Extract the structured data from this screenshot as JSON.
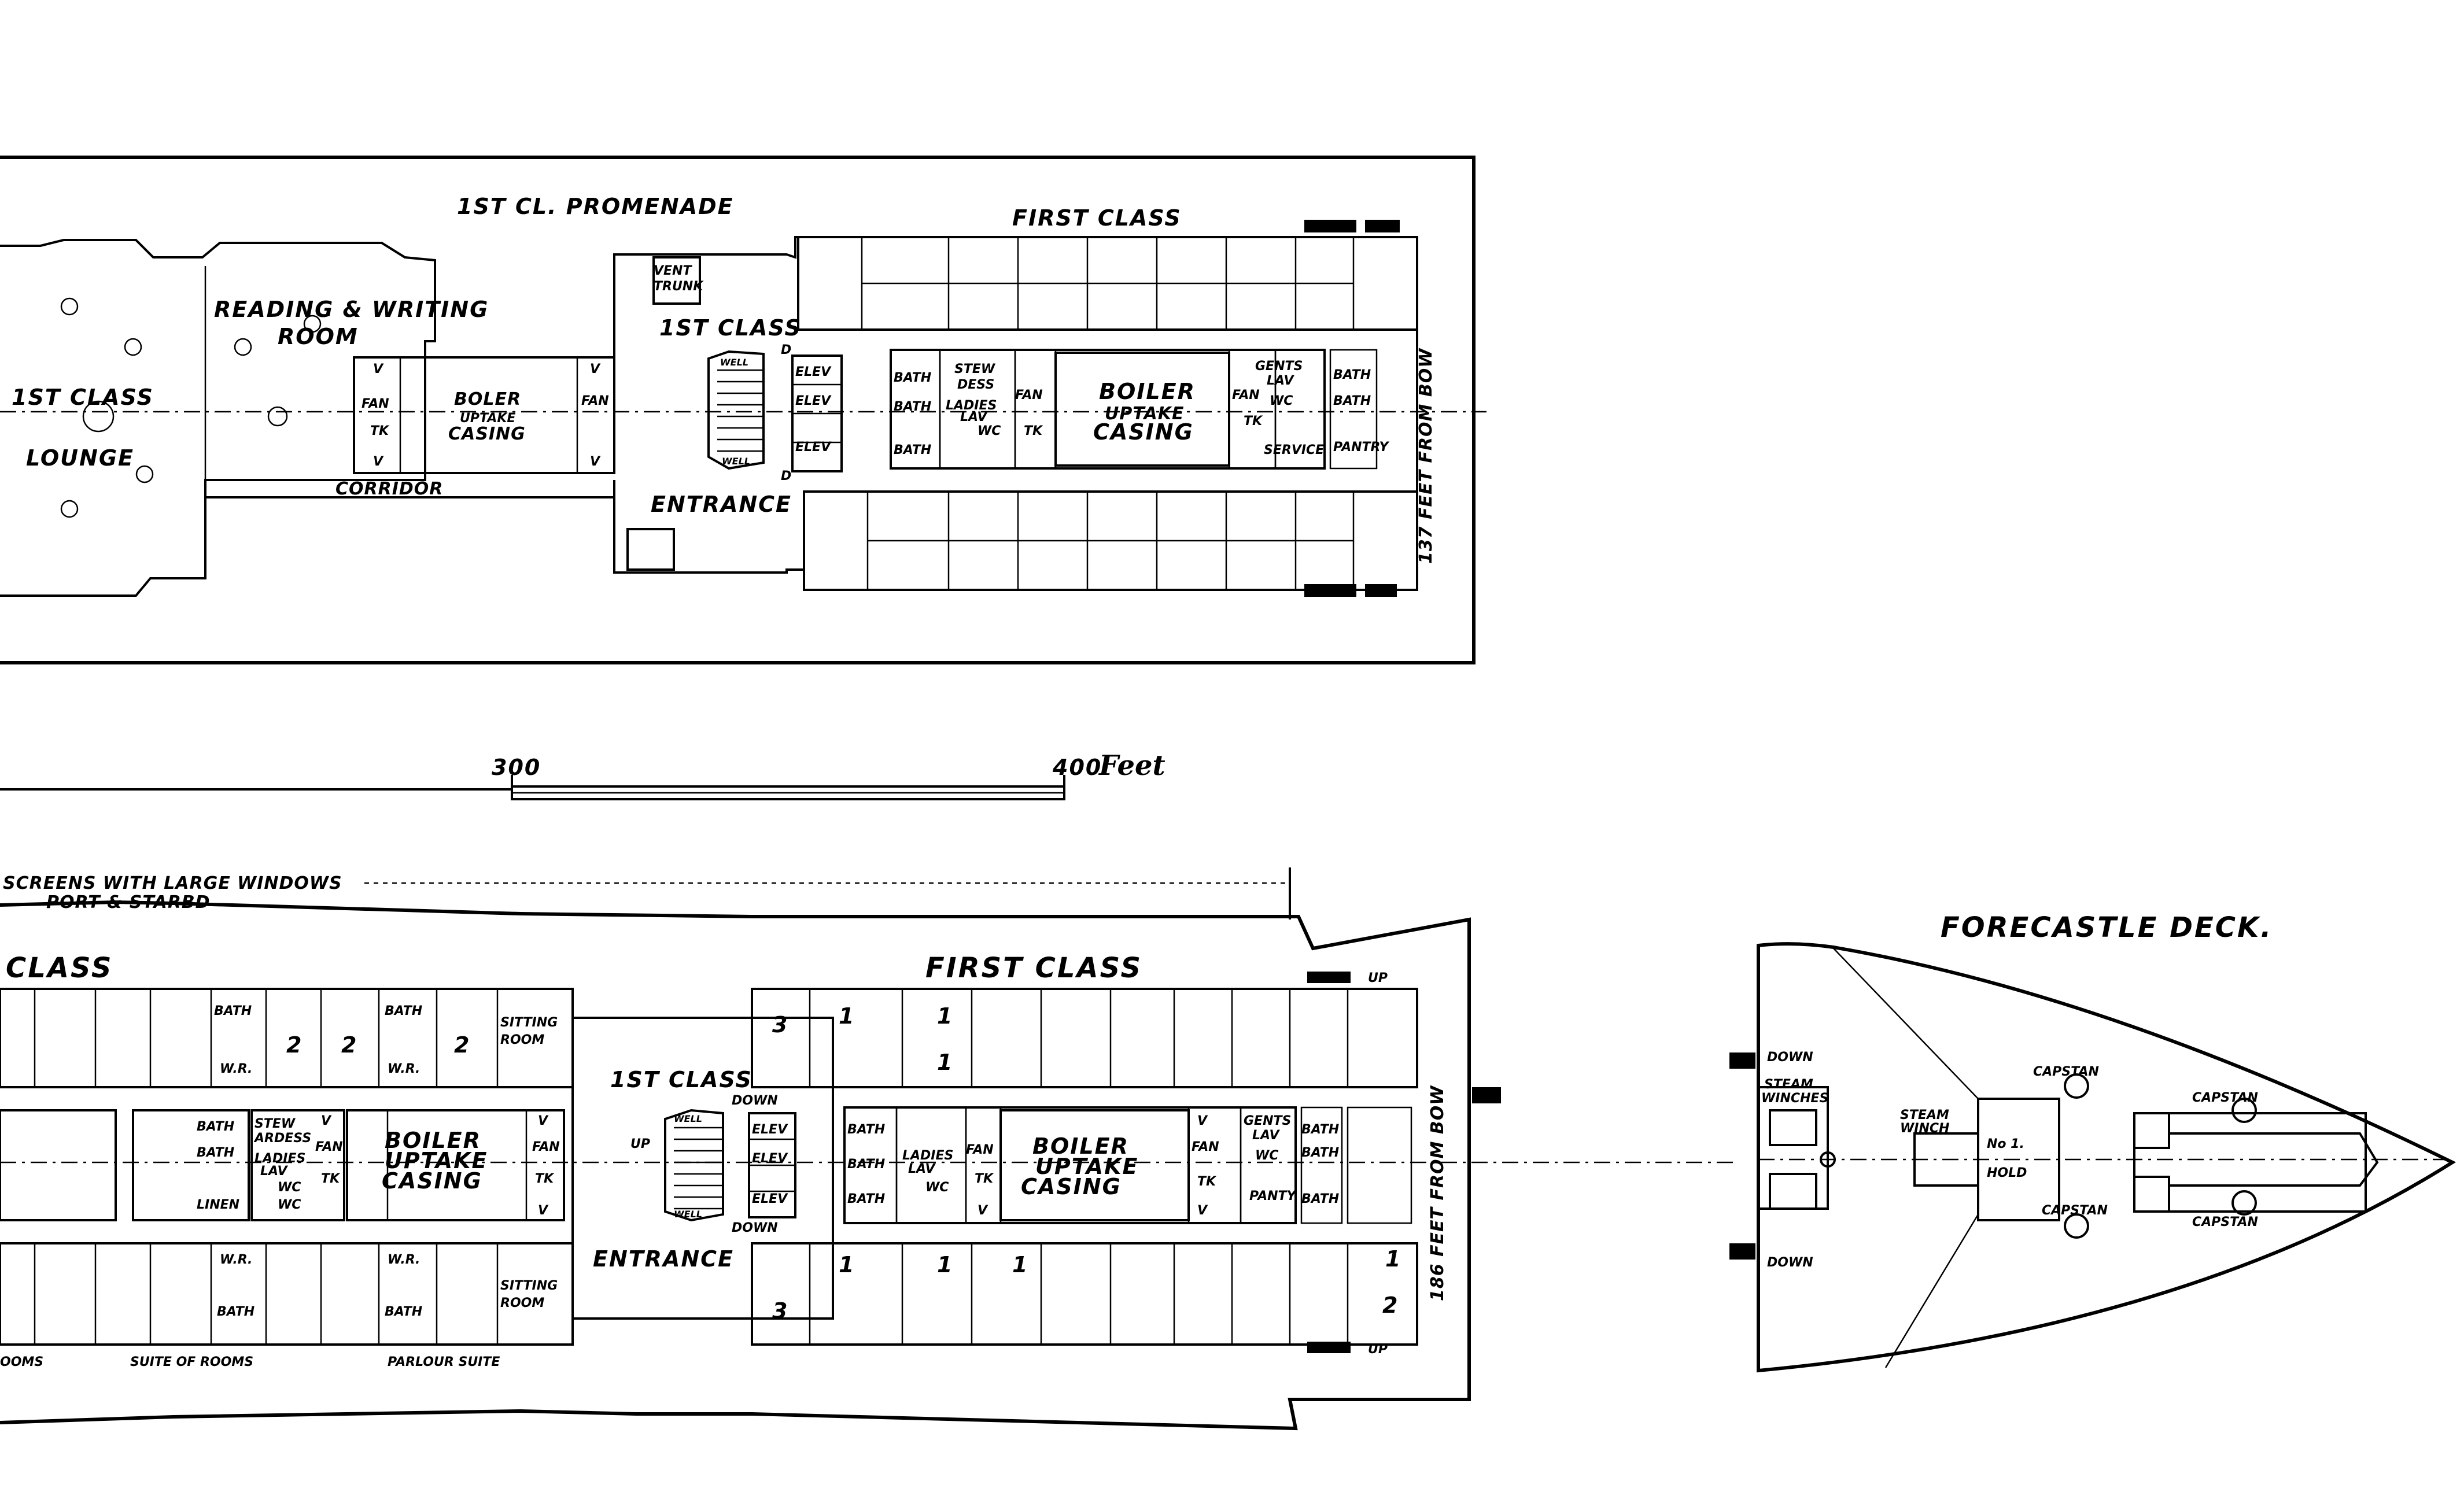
{
  "upper_deck": {
    "promenade": "1ST CL. PROMENADE",
    "first_class": "FIRST CLASS",
    "reading_room_1": "READING & WRITING",
    "reading_room_2": "ROOM",
    "lounge_1": "1ST CLASS",
    "lounge_2": "LOUNGE",
    "vent_trunk_1": "VENT",
    "vent_trunk_2": "TRUNK",
    "boler_casing_1": "BOLER",
    "boler_casing_2": "UPTAKE",
    "boler_casing_3": "CASING",
    "boiler_casing_1": "BOILER",
    "boiler_casing_2": "UPTAKE",
    "boiler_casing_3": "CASING",
    "corridor": "CORRIDOR",
    "stair_class": "1ST CLASS",
    "entrance": "ENTRANCE",
    "bow_distance": "137 FEET FROM BOW",
    "bath": "BATH",
    "stewardess_1": "STEW",
    "stewardess_2": "DESS",
    "ladies_lav_1": "LADIES",
    "ladies_lav_2": "LAV",
    "fan": "FAN",
    "tk": "TK",
    "v": "V",
    "wc": "WC",
    "gents_lav_1": "GENTS",
    "gents_lav_2": "LAV",
    "service": "SERVICE",
    "pantry": "PANTRY",
    "elev": "ELEV",
    "well": "WELL",
    "d": "D"
  },
  "scale": {
    "mark_300": "300",
    "mark_400": "400",
    "unit": "Feet"
  },
  "lower_deck": {
    "screens_1": "SCREENS WITH LARGE WINDOWS",
    "screens_2": "PORT & STARBD",
    "class_label": "CLASS",
    "first_class": "FIRST CLASS",
    "stair_class": "1ST CLASS",
    "entrance": "ENTRANCE",
    "boiler_casing_1": "BOILER",
    "boiler_casing_2": "UPTAKE",
    "boiler_casing_3": "CASING",
    "bow_distance": "186 FEET FROM BOW",
    "sitting_room_1": "SITTING",
    "sitting_room_2": "ROOM",
    "bath": "BATH",
    "linen": "LINEN",
    "stewardess_1": "STEW",
    "stewardess_2": "ARDESS",
    "ladies_lav_1": "LADIES",
    "ladies_lav_2": "LAV",
    "gents_lav_1": "GENTS",
    "gents_lav_2": "LAV",
    "pantry": "PANTY",
    "fan": "FAN",
    "tk": "TK",
    "v": "V",
    "wc": "WC",
    "wr": "W.R.",
    "up": "UP",
    "down": "DOWN",
    "elev": "ELEV",
    "well": "WELL",
    "rooms_tail": "OOMS",
    "suite_of_rooms": "SUITE OF ROOMS",
    "parlour_suite": "PARLOUR SUITE",
    "n1": "1",
    "n2": "2",
    "n3": "3"
  },
  "forecastle": {
    "title": "FORECASTLE DECK.",
    "down": "DOWN",
    "steam_winches_1": "STEAM",
    "steam_winches_2": "WINCHES",
    "steam_winch_1": "STEAM",
    "steam_winch_2": "WINCH",
    "hold_1": "No 1.",
    "hold_2": "HOLD",
    "capstan": "CAPSTAN"
  }
}
